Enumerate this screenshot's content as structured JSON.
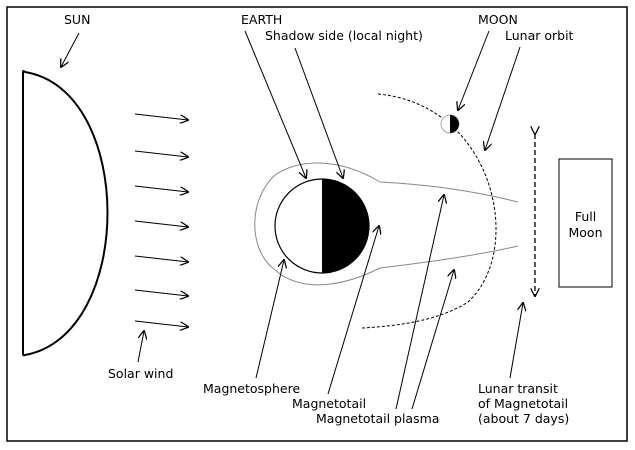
{
  "labels": {
    "sun": "SUN",
    "earth": "EARTH",
    "shadow_side": "Shadow side (local night)",
    "moon": "MOON",
    "lunar_orbit": "Lunar orbit",
    "full_moon_line1": "Full",
    "full_moon_line2": "Moon",
    "solar_wind": "Solar wind",
    "magnetosphere": "Magnetosphere",
    "magnetotail": "Magnetotail",
    "magnetotail_plasma": "Magnetotail plasma",
    "transit_line1": "Lunar transit",
    "transit_line2": "of Magnetotail",
    "transit_line3": "(about 7 days)"
  },
  "colors": {
    "line": "#000000",
    "faint_line": "#888888",
    "background": "#ffffff"
  }
}
